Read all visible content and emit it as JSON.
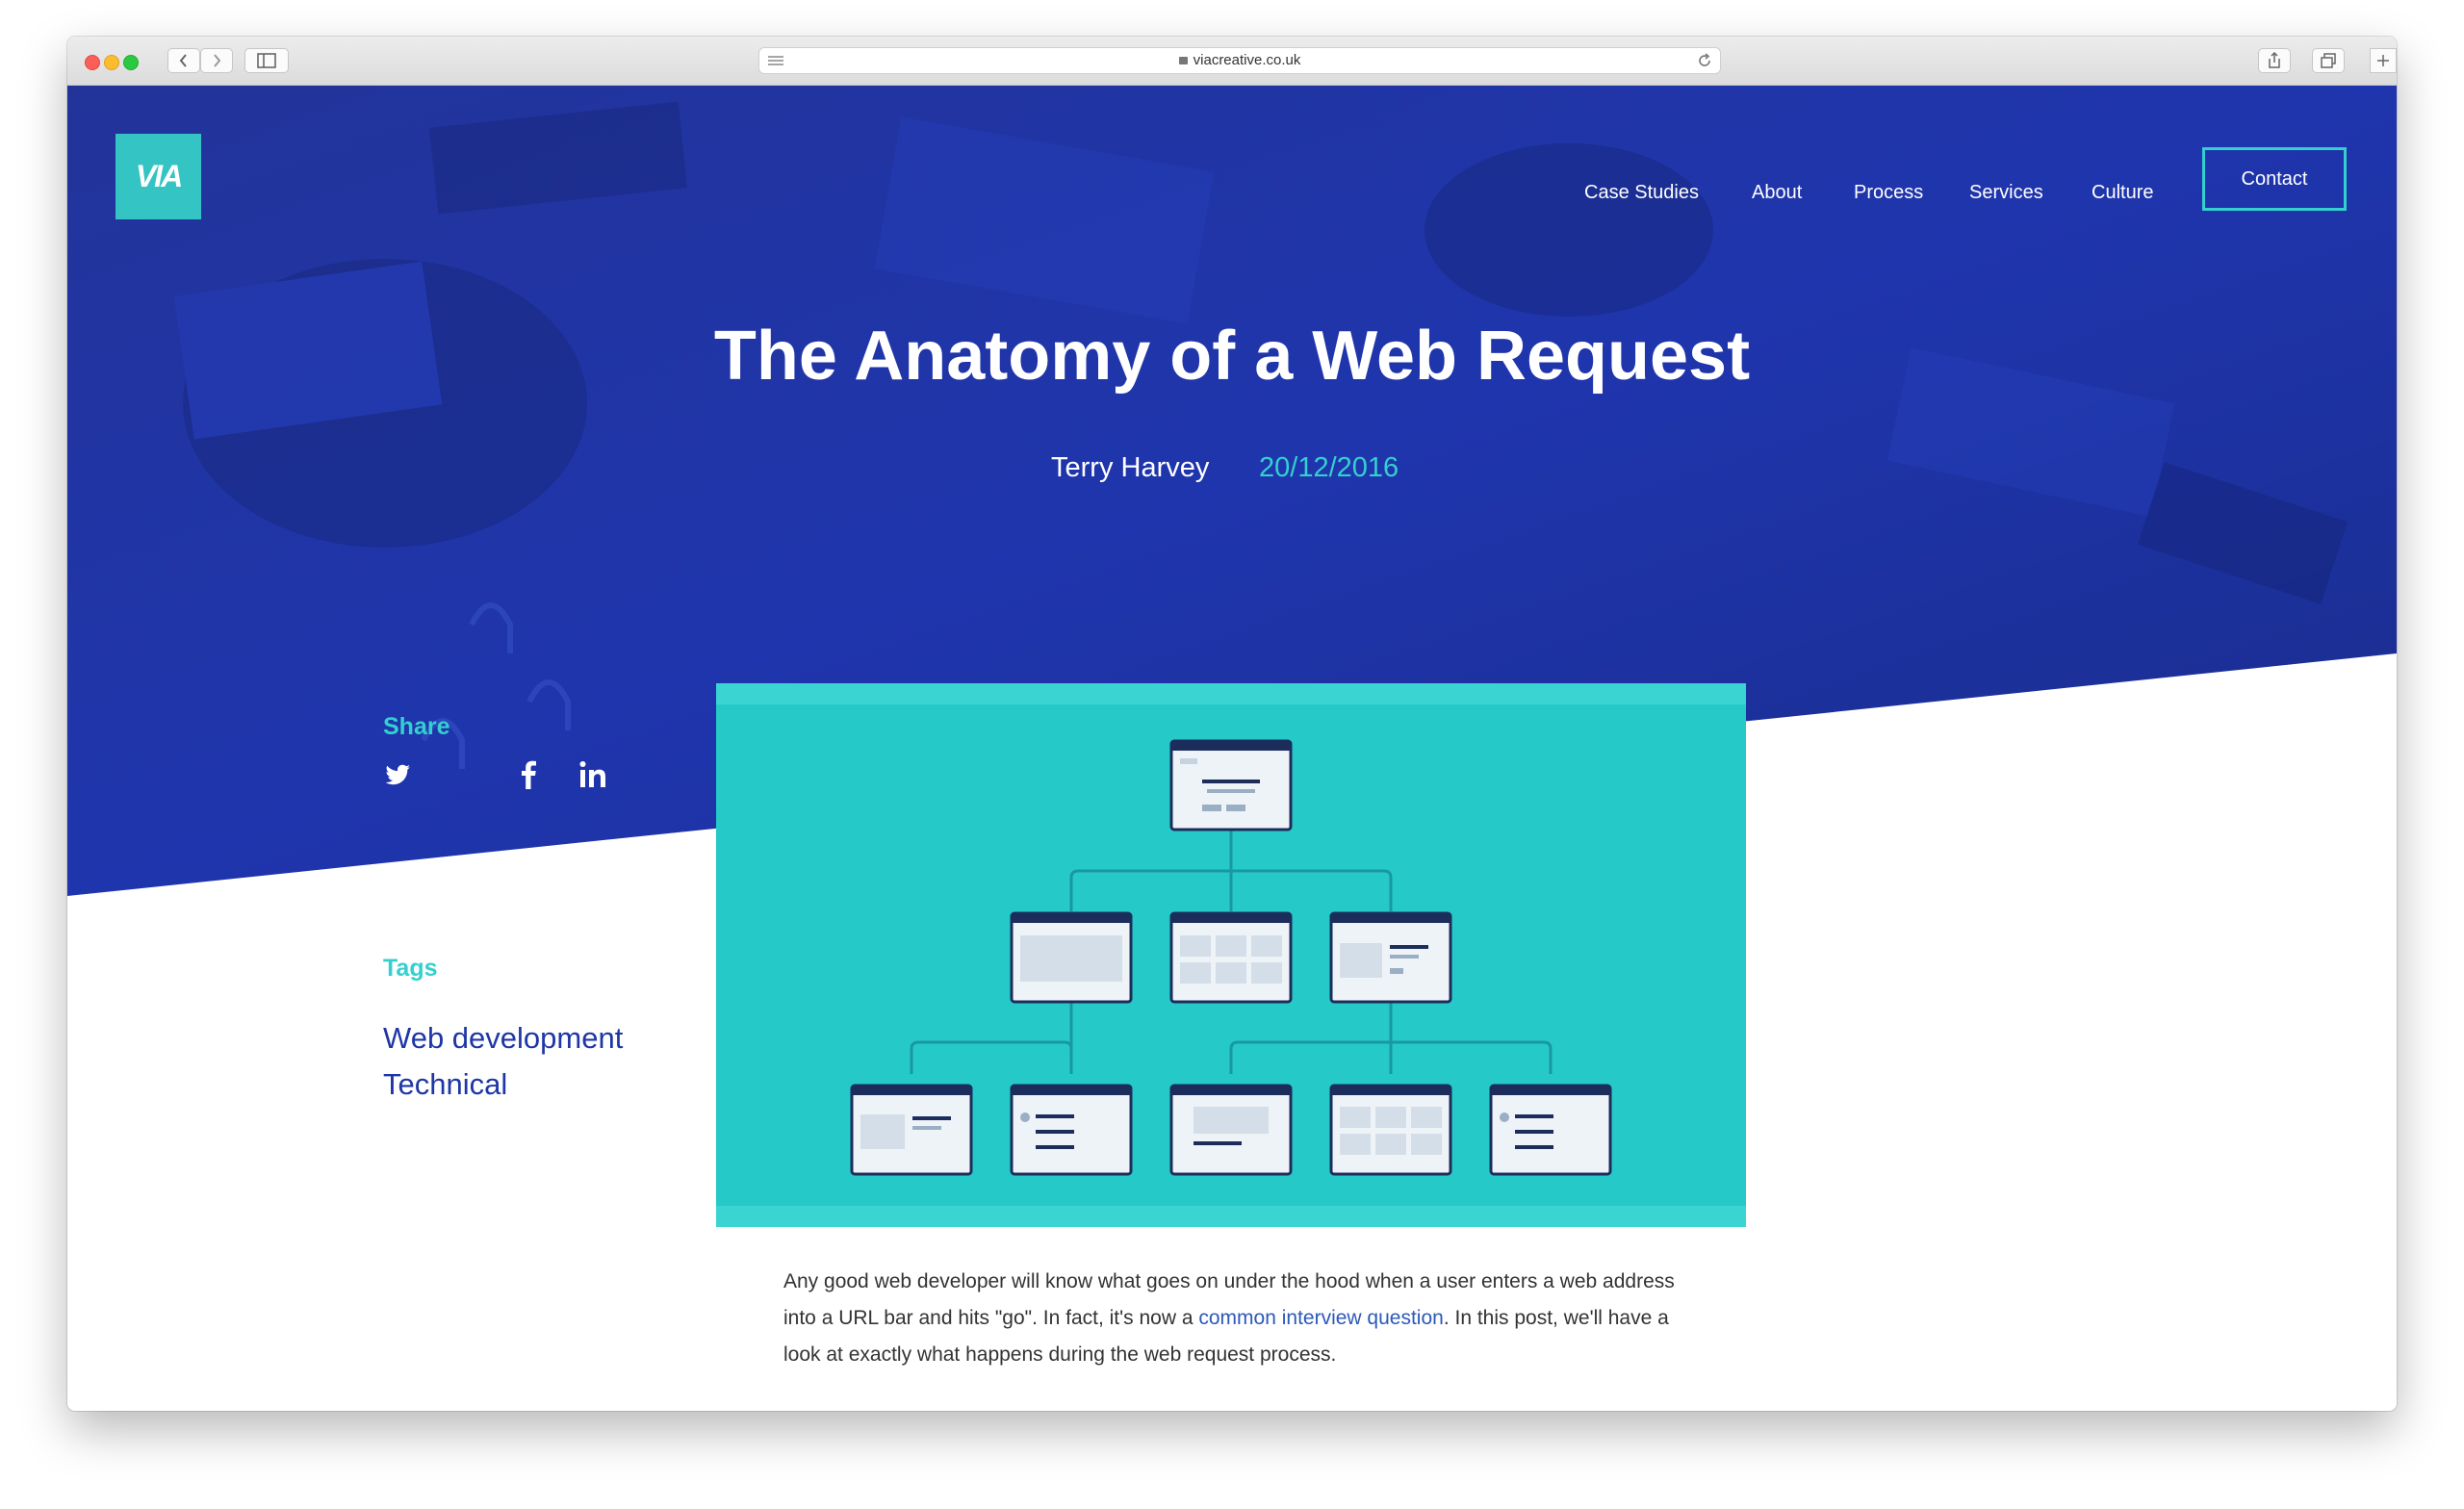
{
  "browser": {
    "url": "viacreative.co.uk",
    "back_icon": "chevron-left-icon",
    "forward_icon": "chevron-right-icon"
  },
  "site": {
    "logo_text": "VIA",
    "accent_color": "#33d0cf",
    "hero_color": "#1e36a6"
  },
  "nav": {
    "items": [
      "Case Studies",
      "About",
      "Process",
      "Services",
      "Culture"
    ],
    "contact": "Contact"
  },
  "article": {
    "title": "The Anatomy of a Web Request",
    "author": "Terry Harvey",
    "date": "20/12/2016",
    "share_label": "Share",
    "tags_label": "Tags",
    "tags": [
      "Web development",
      "Technical"
    ],
    "body": {
      "p1_before": "Any good web developer will know what goes on under the hood when a user enters a web address into a URL bar and hits \"go\". In fact, it's now a ",
      "p1_link": "common interview question",
      "p1_after": ". In this post, we'll have a look at exactly what happens during the web request process."
    }
  }
}
